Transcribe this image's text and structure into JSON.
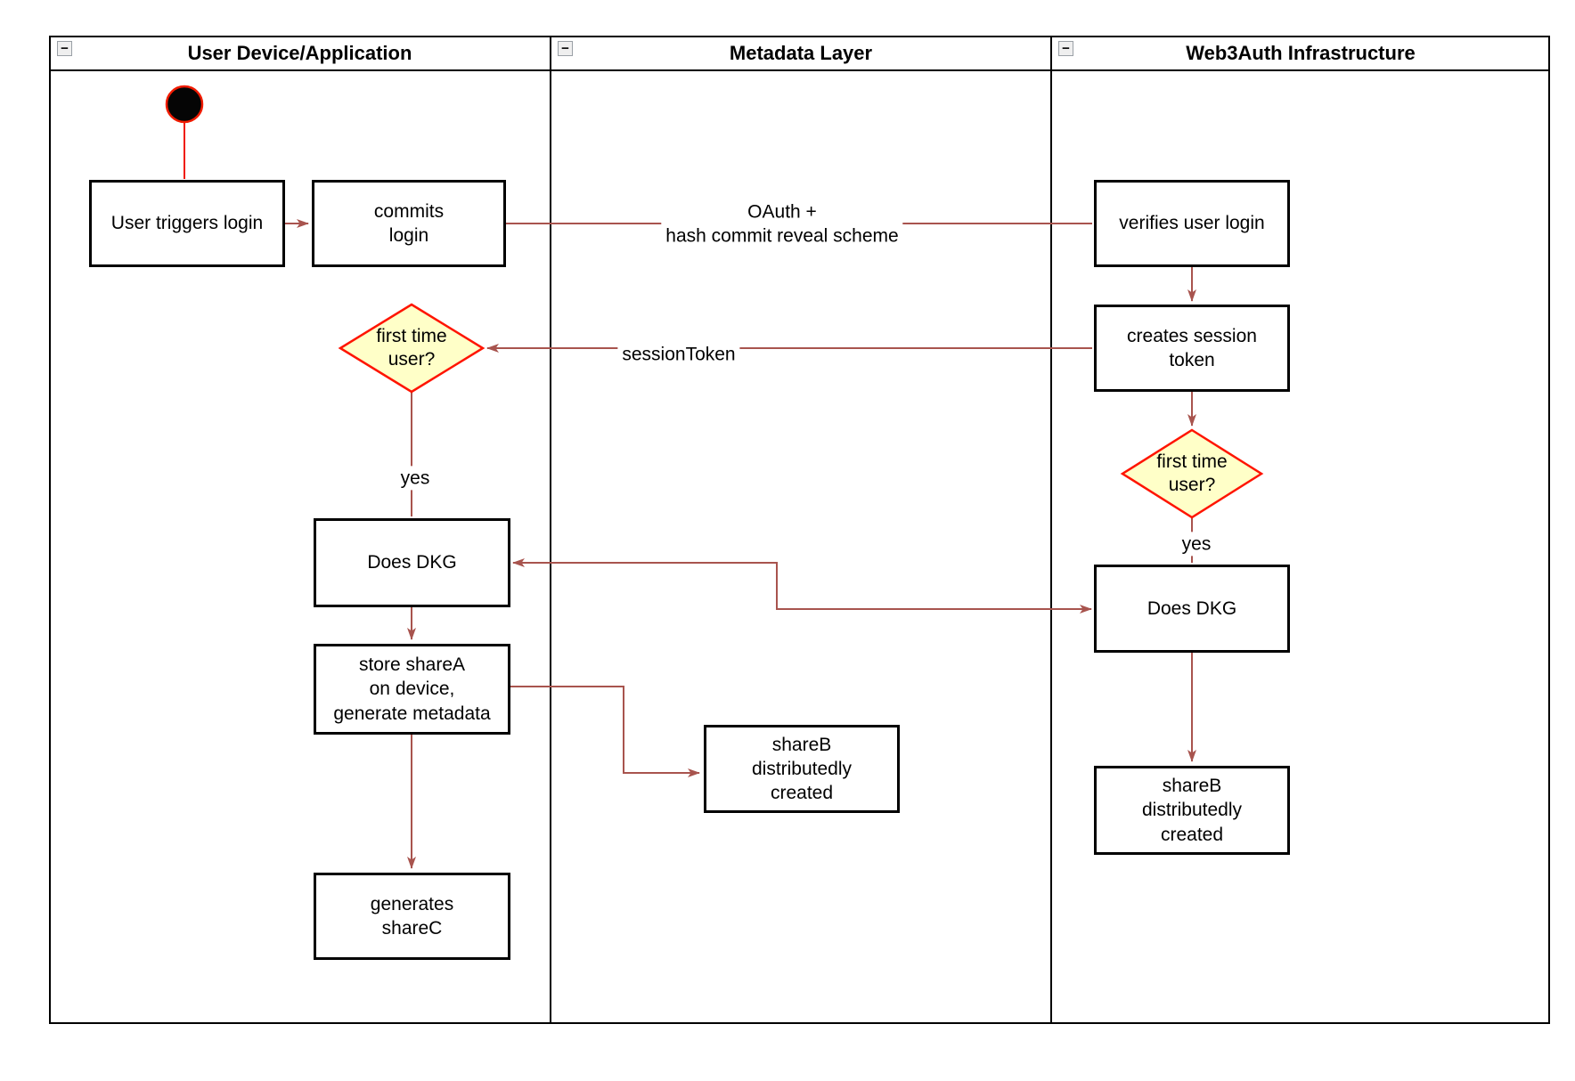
{
  "pool": {
    "collapse_glyph": "−"
  },
  "lanes": [
    {
      "title": "User Device/Application"
    },
    {
      "title": "Metadata Layer"
    },
    {
      "title": "Web3Auth Infrastructure"
    }
  ],
  "nodes": {
    "user_triggers_login": {
      "label": "User triggers login"
    },
    "commits_login": {
      "label": "commits\nlogin"
    },
    "verifies_user_login": {
      "label": "verifies user login"
    },
    "creates_session_token": {
      "label": "creates session\ntoken"
    },
    "first_time_user_device": {
      "label": "first time\nuser?"
    },
    "first_time_user_infra": {
      "label": "first time\nuser?"
    },
    "does_dkg_device": {
      "label": "Does DKG"
    },
    "does_dkg_infra": {
      "label": "Does DKG"
    },
    "store_sharea": {
      "label": "store shareA\non device,\ngenerate metadata"
    },
    "generates_sharec": {
      "label": "generates\nshareC"
    },
    "shareb_metadata": {
      "label": "shareB\ndistributedly\ncreated"
    },
    "shareb_infra": {
      "label": "shareB\ndistributedly\ncreated"
    }
  },
  "edges": {
    "oauth": {
      "label": "OAuth +\nhash commit reveal scheme"
    },
    "session_token": {
      "label": "sessionToken"
    },
    "yes_device": {
      "label": "yes"
    },
    "yes_infra": {
      "label": "yes"
    }
  },
  "colors": {
    "edge": "#A8544E",
    "accent_red": "#F01B00",
    "decision_fill": "#FFFFC8",
    "decision_border": "#FF1400",
    "node_border": "#000000"
  }
}
